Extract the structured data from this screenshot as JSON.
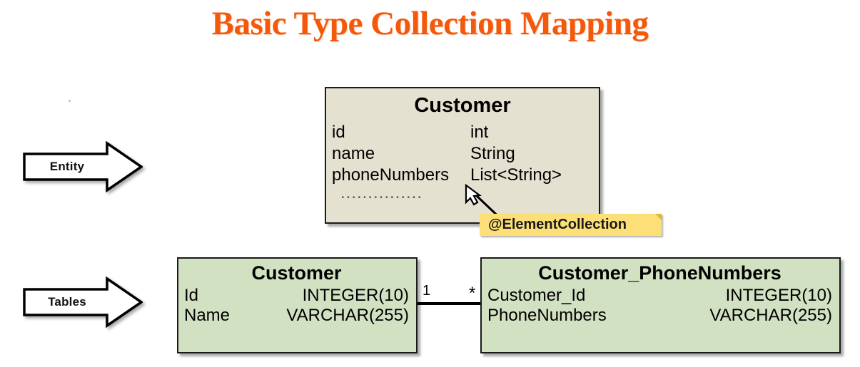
{
  "title": "Basic Type Collection Mapping",
  "colors": {
    "title": "#F4590B",
    "entity_fill": "#E4E1D0",
    "table_fill": "#D3E1C3",
    "annotation_fill": "#FCDF77",
    "stroke": "#1a1a1a"
  },
  "callouts": [
    {
      "label": "Entity"
    },
    {
      "label": "Tables"
    }
  ],
  "entity": {
    "name": "Customer",
    "fields": [
      {
        "name": "id",
        "type": "int"
      },
      {
        "name": "name",
        "type": "String"
      },
      {
        "name": "phoneNumbers",
        "type": "List<String>"
      }
    ],
    "ellipsis": "..............."
  },
  "annotation": {
    "text": "@ElementCollection"
  },
  "tables": [
    {
      "name": "Customer",
      "columns": [
        {
          "name": "Id",
          "type": "INTEGER(10)"
        },
        {
          "name": "Name",
          "type": "VARCHAR(255)"
        }
      ]
    },
    {
      "name": "Customer_PhoneNumbers",
      "columns": [
        {
          "name": "Customer_Id",
          "type": "INTEGER(10)"
        },
        {
          "name": "PhoneNumbers",
          "type": "VARCHAR(255)"
        }
      ]
    }
  ],
  "relationship": {
    "left_multiplicity": "1",
    "right_multiplicity": "*"
  }
}
